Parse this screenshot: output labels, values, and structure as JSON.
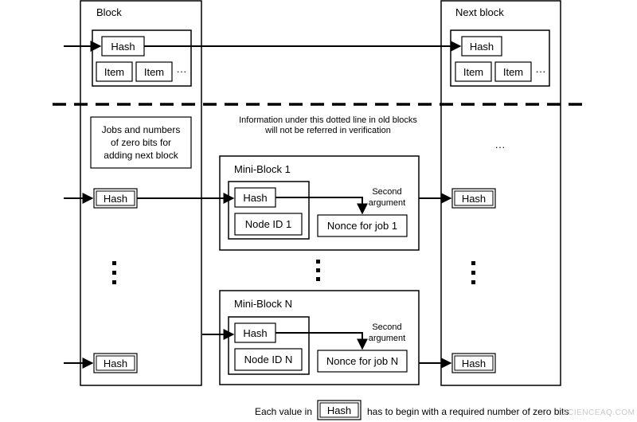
{
  "block": {
    "title": "Block",
    "hash": "Hash",
    "items": [
      "Item",
      "Item"
    ],
    "ellipsis": "···"
  },
  "next_block": {
    "title": "Next block",
    "hash": "Hash",
    "items": [
      "Item",
      "Item"
    ],
    "ellipsis": "···",
    "lower_ellipsis": "···"
  },
  "divider_note": {
    "line1": "Information under this dotted line in old blocks",
    "line2": "will not be referred in verification"
  },
  "jobs_box": {
    "line1": "Jobs and numbers",
    "line2": "of zero bits for",
    "line3": "adding next block"
  },
  "left_hashes": [
    "Hash",
    "Hash"
  ],
  "right_hashes": [
    "Hash",
    "Hash"
  ],
  "mini_blocks": [
    {
      "title": "Mini-Block 1",
      "hash": "Hash",
      "node_id": "Node ID 1",
      "nonce": "Nonce for job 1",
      "second_argument_line1": "Second",
      "second_argument_line2": "argument"
    },
    {
      "title": "Mini-Block N",
      "hash": "Hash",
      "node_id": "Node ID N",
      "nonce": "Nonce for job N",
      "second_argument_line1": "Second",
      "second_argument_line2": "argument"
    }
  ],
  "legend": {
    "prefix": "Each value in",
    "hash": "Hash",
    "suffix": "has to begin with a required number of zero bits"
  },
  "watermark": "SCIENCEAQ.COM"
}
